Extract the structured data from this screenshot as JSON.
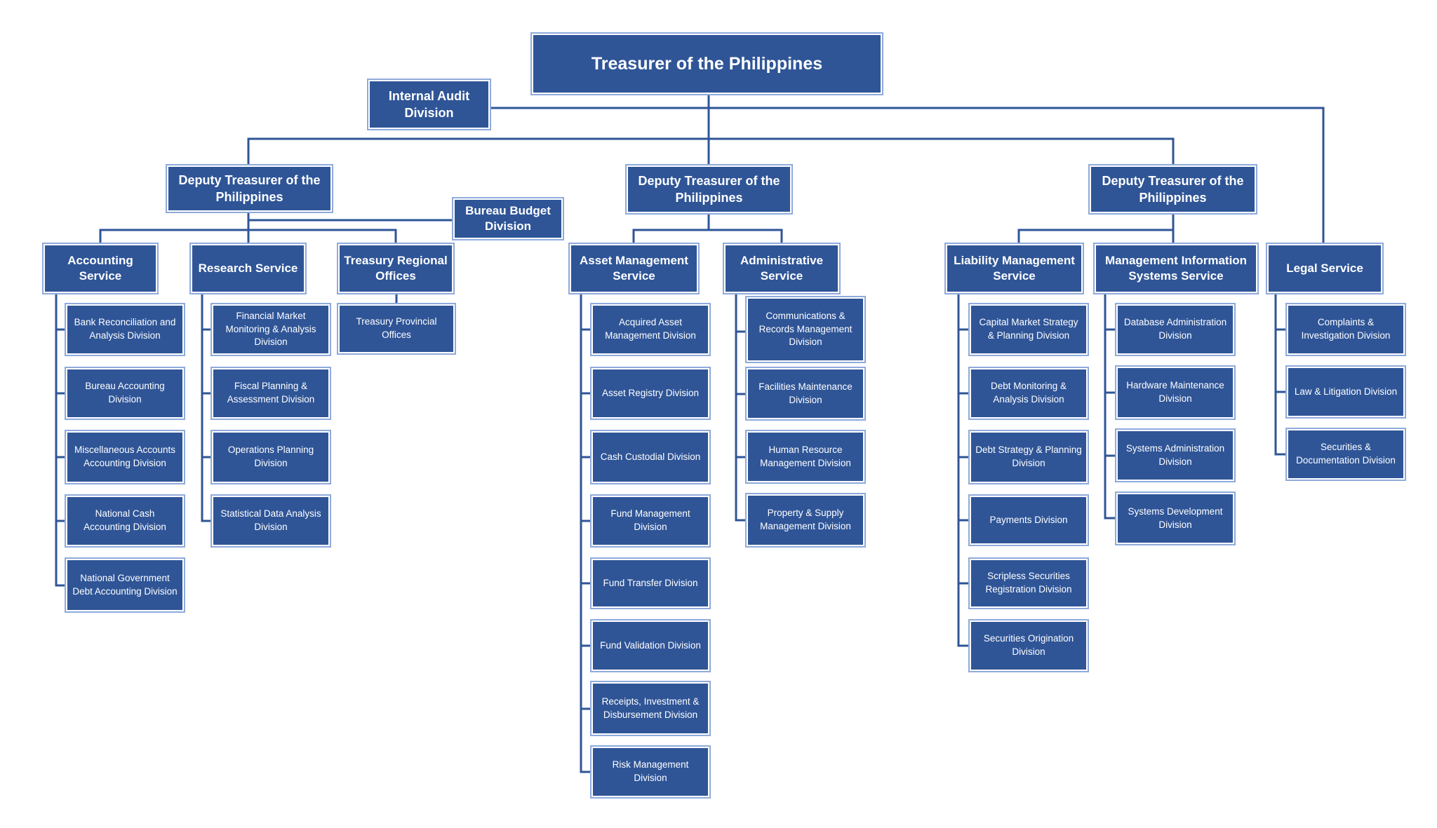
{
  "top": "Treasurer of the Philippines",
  "internal_audit": "Internal Audit Division",
  "bureau_budget": "Bureau Budget Division",
  "deputies": [
    "Deputy Treasurer of the Philippines",
    "Deputy Treasurer of the Philippines",
    "Deputy Treasurer of the Philippines"
  ],
  "services": {
    "accounting": "Accounting Service",
    "research": "Research Service",
    "regional": "Treasury Regional Offices",
    "asset": "Asset Management Service",
    "admin": "Administrative Service",
    "liability": "Liability Management Service",
    "mis": "Management Information Systems Service",
    "legal": "Legal Service"
  },
  "divisions": {
    "accounting": [
      "Bank Reconciliation and Analysis Division",
      "Bureau Accounting Division",
      "Miscellaneous Accounts Accounting Division",
      "National Cash Accounting Division",
      "National Government Debt Accounting Division"
    ],
    "research": [
      "Financial Market Monitoring & Analysis Division",
      "Fiscal Planning & Assessment Division",
      "Operations Planning Division",
      "Statistical Data Analysis Division"
    ],
    "regional": [
      "Treasury Provincial Offices"
    ],
    "asset": [
      "Acquired Asset Management Division",
      "Asset Registry Division",
      "Cash Custodial Division",
      "Fund Management Division",
      "Fund Transfer Division",
      "Fund Validation Division",
      "Receipts, Investment & Disbursement Division",
      "Risk Management Division"
    ],
    "admin": [
      "Communications & Records Management Division",
      "Facilities Maintenance Division",
      "Human Resource Management Division",
      "Property & Supply Management Division"
    ],
    "liability": [
      "Capital Market Strategy & Planning Division",
      "Debt Monitoring & Analysis Division",
      "Debt Strategy & Planning Division",
      "Payments Division",
      "Scripless Securities Registration Division",
      "Securities Origination Division"
    ],
    "mis": [
      "Database Administration Division",
      "Hardware Maintenance Division",
      "Systems Administration Division",
      "Systems Development Division"
    ],
    "legal": [
      "Complaints & Investigation Division",
      "Law & Litigation Division",
      "Securities & Documentation Division"
    ]
  }
}
